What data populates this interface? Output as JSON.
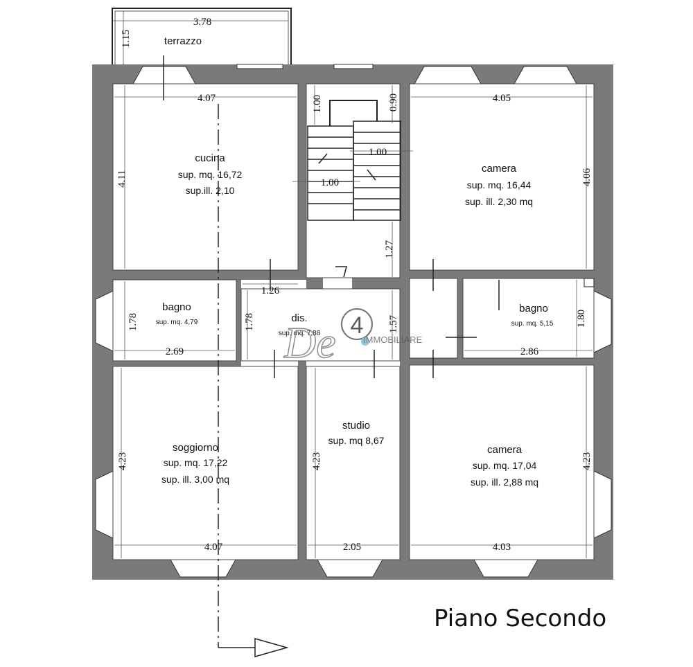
{
  "floor_title": "Piano Secondo",
  "rooms": {
    "terrazzo": {
      "name": "terrazzo"
    },
    "cucina": {
      "name": "cucina",
      "area": "sup. mq. 16,72",
      "lit": "sup.ill. 2,10"
    },
    "camera_top": {
      "name": "camera",
      "area": "sup. mq. 16,44",
      "lit": "sup. ill. 2,30 mq"
    },
    "bagno_left": {
      "name": "bagno",
      "area": "sup. mq. 4,79"
    },
    "dis": {
      "name": "dis.",
      "area": "sup. mq. 7,88"
    },
    "bagno_right": {
      "name": "bagno",
      "area": "sup. mq. 5,15"
    },
    "soggiorno": {
      "name": "soggiorno",
      "area": "sup. mq. 17,22",
      "lit": "sup. ill. 3,00 mq"
    },
    "studio": {
      "name": "studio",
      "area": "sup. mq 8,67"
    },
    "camera_bottom": {
      "name": "camera",
      "area": "sup. mq. 17,04",
      "lit": "sup. ill. 2,88 mq"
    }
  },
  "dimensions": {
    "terrazzo_w": "3.78",
    "terrazzo_h": "1.15",
    "cucina_w": "4.07",
    "cucina_h": "4.11",
    "stair_1": "1.00",
    "stair_2": "0.90",
    "stair_3": "1.00",
    "stair_4": "1.00",
    "stair_5": "1.27",
    "camera_top_w": "4.05",
    "camera_top_h": "4.06",
    "dis_w": "1.26",
    "bagno_left_h": "1.78",
    "dis_h": "1.78",
    "bagno_left_w": "2.69",
    "dis_h2": "1.57",
    "bagno_right_h": "1.80",
    "bagno_right_w": "2.86",
    "soggiorno_h": "4.23",
    "soggiorno_w": "4.07",
    "studio_h": "4.23",
    "studio_w": "2.05",
    "camera_bottom_h": "4.23",
    "camera_bottom_w": "4.03"
  },
  "logo": {
    "letters": "De",
    "number": "4",
    "text": "IMMOBILIARE"
  }
}
